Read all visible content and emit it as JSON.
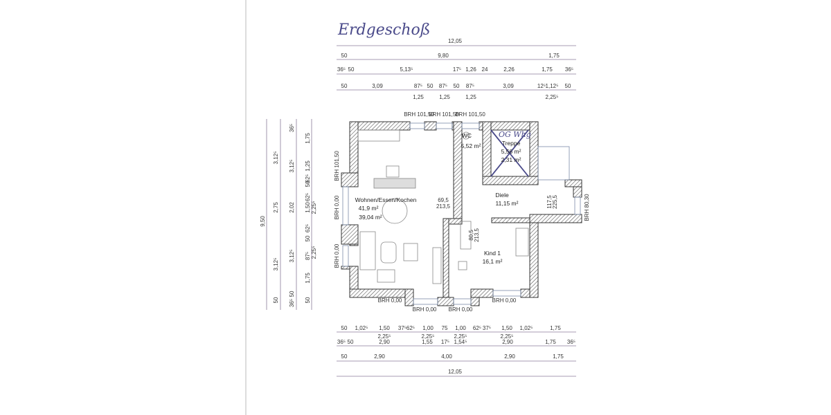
{
  "title": "Erdgeschoß",
  "annotation": "OG Whg",
  "top_dims": {
    "row1": [
      "12,05"
    ],
    "row2": [
      "50",
      "9,80",
      "1,75"
    ],
    "row3": [
      "36⁵",
      "50",
      "5,13⁵",
      "17⁵",
      "1,26",
      "24",
      "2,26",
      "1,75",
      "36⁵"
    ],
    "row4": [
      "50",
      "3,09",
      "87⁵",
      "50",
      "87⁵",
      "50",
      "87⁵",
      "3,09",
      "12⁵",
      "1,12⁵",
      "50"
    ],
    "row4_sub": [
      "1,25",
      "1,25",
      "1,25",
      "2,25⁵"
    ]
  },
  "bottom_dims": {
    "row1": [
      "50",
      "1,02⁵",
      "1,50",
      "37⁵",
      "62⁵",
      "1,00",
      "75",
      "1,00",
      "62⁵",
      "37⁵",
      "1,50",
      "1,02⁵",
      "1,75"
    ],
    "row1_sub": [
      "2,25⁵",
      "2,25⁵",
      "2,25⁵",
      "2,25⁵"
    ],
    "row2": [
      "36⁵",
      "50",
      "2,90",
      "1,55",
      "17⁵",
      "1,54⁵",
      "2,90",
      "1,75",
      "36⁵"
    ],
    "row3": [
      "50",
      "2,90",
      "4,00",
      "2,90",
      "1,75"
    ],
    "row4": [
      "12,05"
    ]
  },
  "left_dims": {
    "col1": [
      "9,50"
    ],
    "col2": [
      "3,12⁵",
      "2,75",
      "3,12⁵",
      "50"
    ],
    "col3": [
      "36⁵",
      "3,12⁵",
      "2,02",
      "3,12⁵",
      "50",
      "36⁵"
    ],
    "col4": [
      "1,75",
      "1,25",
      "62⁵",
      "50",
      "62⁵",
      "1,50",
      "62⁵",
      "50",
      "87⁵",
      "1,75",
      "50"
    ],
    "col4_sub": [
      "2,25⁵",
      "2,25⁵"
    ]
  },
  "brh": {
    "top": [
      "BRH 101,50",
      "BRH 101,50",
      "BRH 101,50"
    ],
    "left": [
      "BRH 101,50",
      "BRH 0,00",
      "BRH 0,00"
    ],
    "right": [
      "BRH 80,30"
    ],
    "bottom": [
      "BRH 0,00",
      "BRH 0,00",
      "BRH 0,00",
      "BRH 0,00"
    ]
  },
  "rooms": [
    {
      "name": "Wohnen/Essen/Kochen",
      "area1": "41,9 m²",
      "area2": "39,04 m²"
    },
    {
      "name": "Diele",
      "area1": "11,15 m²"
    },
    {
      "name": "Kind 1",
      "area1": "16,1 m²"
    },
    {
      "name": "WC",
      "area1": "5,52 m²"
    },
    {
      "name": "Treppe",
      "area1": "5,56 m²",
      "area2": "2,31 m²"
    }
  ],
  "doors": [
    {
      "w": "69,5",
      "h": "213,5"
    },
    {
      "w": "80,5",
      "h": "213,5"
    },
    {
      "w": "117,5",
      "h": "225,5"
    }
  ],
  "colors": {
    "ink": "#333333",
    "handwriting": "#4a4a8a",
    "wall_hatch": "#555555"
  }
}
